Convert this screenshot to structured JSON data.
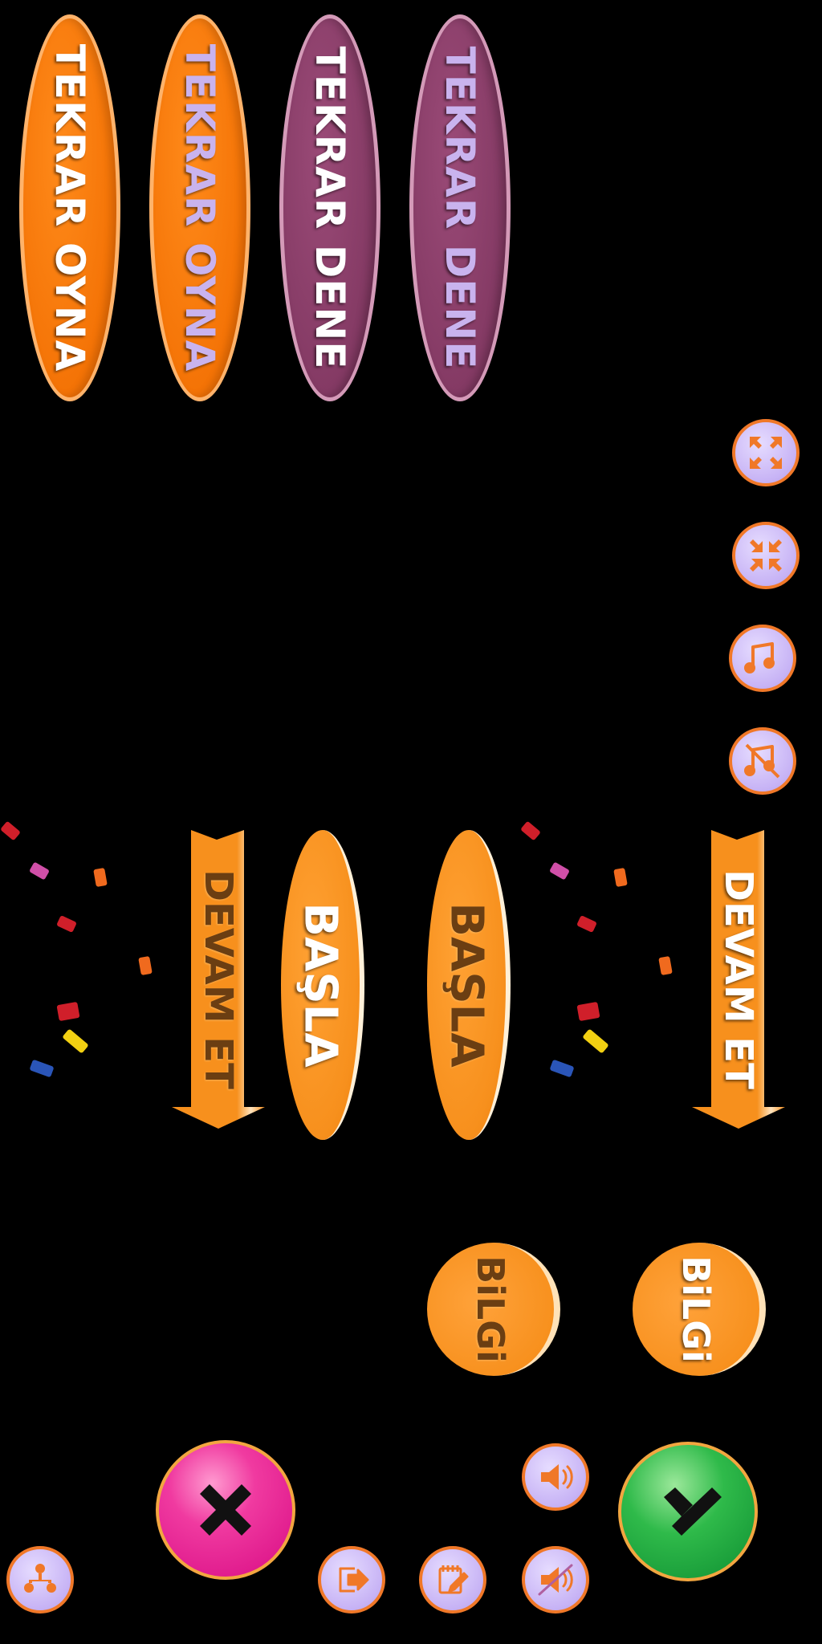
{
  "labels": {
    "tekrar_oyna": "TEKRAR OYNA",
    "tekrar_dene": "TEKRAR DENE",
    "devam_et": "DEVAM ET",
    "basla": "BAŞLA",
    "bilgi": "BiLGi"
  },
  "icons": {
    "fullscreen_enter": "fullscreen-icon",
    "fullscreen_exit": "exit-fullscreen-icon",
    "music_on": "music-note-icon",
    "music_off": "music-off-icon",
    "sound_on": "speaker-on-icon",
    "sound_off": "speaker-mute-icon",
    "exit": "exit-door-icon",
    "notes": "edit-notes-icon",
    "hierarchy": "hierarchy-icon",
    "close": "close-icon",
    "confirm": "checkmark-icon"
  },
  "colors": {
    "orange": "#f47306",
    "purple": "#843a64",
    "lilac": "#c7b3f5",
    "magenta": "#e0108c",
    "green": "#18a040",
    "brown_text": "#6b3e12"
  }
}
